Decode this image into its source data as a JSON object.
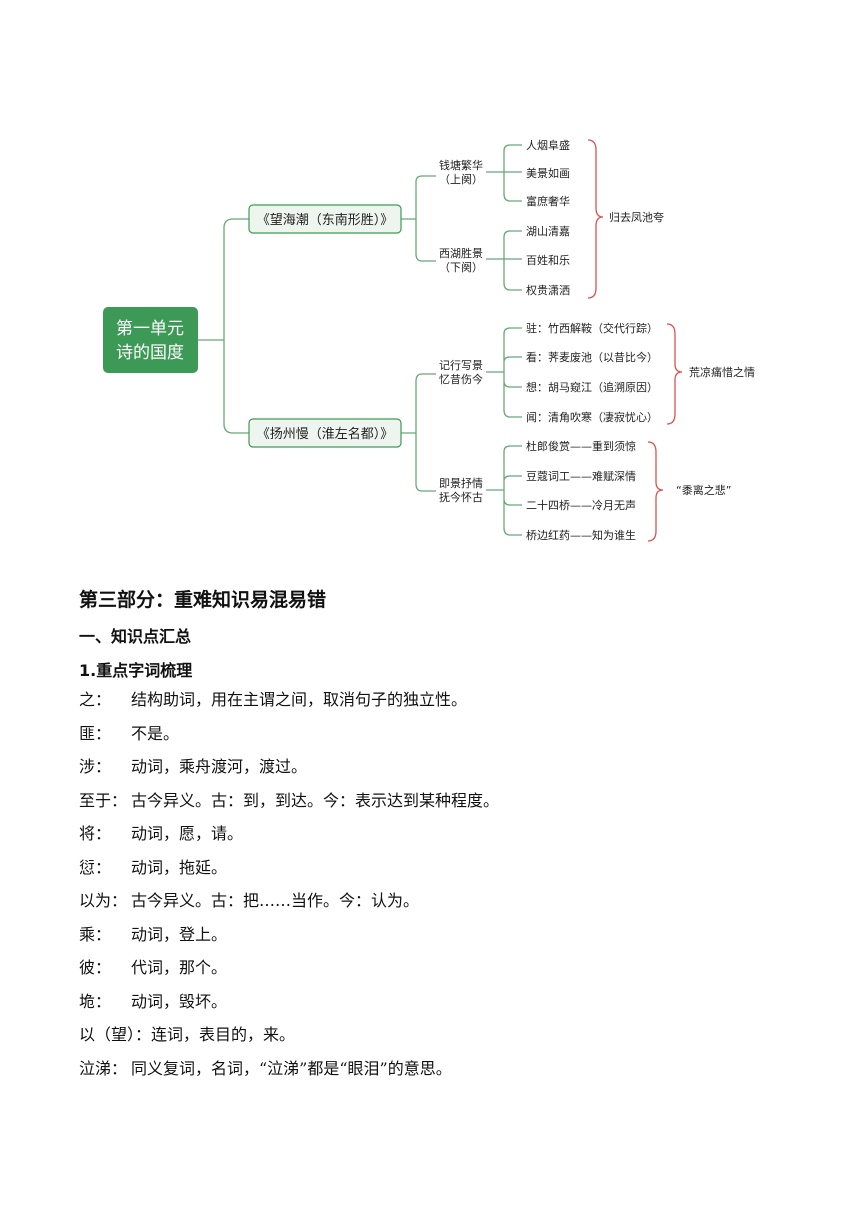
{
  "mindmap": {
    "root": "第一单元\n诗的国度",
    "poem1": {
      "title": "《望海潮（东南形胜）》",
      "branch1": {
        "label": "钱塘繁华\n（上阕）",
        "leaves": [
          "人烟阜盛",
          "美景如画",
          "富庶奢华"
        ]
      },
      "branch2": {
        "label": "西湖胜景\n（下阕）",
        "leaves": [
          "湖山清嘉",
          "百姓和乐",
          "权贵潇洒"
        ]
      },
      "summary": "归去凤池夸"
    },
    "poem2": {
      "title": "《扬州慢（淮左名都）》",
      "branch1": {
        "label": "记行写景\n忆昔伤今",
        "leaves": [
          "驻：竹西解鞍（交代行踪）",
          "看：荠麦废池（以昔比今）",
          "想：胡马窥江（追溯原因）",
          "闻：清角吹寒（凄寂忧心）"
        ],
        "summary": "荒凉痛惜之情"
      },
      "branch2": {
        "label": "即景抒情\n抚今怀古",
        "leaves": [
          "杜郎俊赏——重到须惊",
          "豆蔻词工——难赋深情",
          "二十四桥——冷月无声",
          "桥边红药——知为谁生"
        ],
        "summary": "“黍离之悲”"
      }
    },
    "colors": {
      "green": "#3d9a56",
      "line": "#6aa77a",
      "box_fill": "#eef5ee",
      "brace": "#d9534f"
    }
  },
  "doc": {
    "part_title": "第三部分：重难知识易混易错",
    "section_title": "一、知识点汇总",
    "subsection_title": "1.重点字词梳理",
    "entries": [
      {
        "term": "之：",
        "def": "结构助词，用在主谓之间，取消句子的独立性。"
      },
      {
        "term": "匪：",
        "def": "不是。"
      },
      {
        "term": "涉：",
        "def": "动词，乘舟渡河，渡过。"
      },
      {
        "term": "至于：",
        "def": "古今异义。古：到，到达。今：表示达到某种程度。"
      },
      {
        "term": "将：",
        "def": "动词，愿，请。"
      },
      {
        "term": "愆：",
        "def": "动词，拖延。"
      },
      {
        "term": "以为：",
        "def": "古今异义。古：把……当作。今：认为。"
      },
      {
        "term": "乘：",
        "def": "动词，登上。"
      },
      {
        "term": "彼：",
        "def": "代词，那个。"
      },
      {
        "term": "垝：",
        "def": "动词，毁坏。"
      },
      {
        "term": "以（望）：",
        "def": "连词，表目的，来。"
      },
      {
        "term": "泣涕：",
        "def": "同义复词，名词，“泣涕”都是“眼泪”的意思。"
      }
    ]
  }
}
